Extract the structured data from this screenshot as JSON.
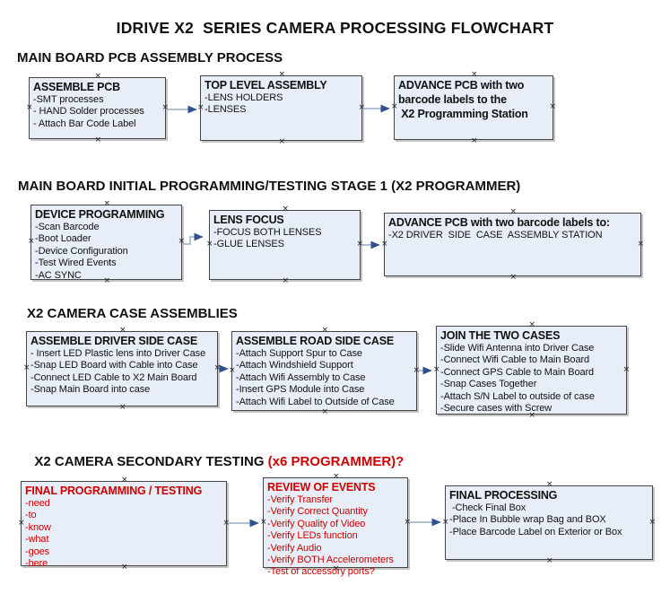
{
  "title": "IDRIVE X2  SERIES CAMERA PROCESSING FLOWCHART",
  "colors": {
    "box_fill": "#e8eef7",
    "box_border": "#454545",
    "arrow_line": "#94aac9",
    "arrow_head": "#2f4f8f",
    "red": "#cc0000",
    "text": "#111111"
  },
  "sections": [
    {
      "heading": "MAIN BOARD PCB ASSEMBLY PROCESS",
      "boxes": [
        {
          "title": "ASSEMBLE PCB",
          "lines": [
            "-SMT processes",
            "- HAND Solder processes",
            "- Attach Bar Code Label"
          ]
        },
        {
          "title": "TOP LEVEL ASSEMBLY",
          "lines": [
            "-LENS HOLDERS",
            "-LENSES"
          ]
        },
        {
          "title": "ADVANCE PCB with two\nbarcode labels to the\n X2 Programming Station",
          "lines": []
        }
      ]
    },
    {
      "heading": "MAIN BOARD INITIAL PROGRAMMING/TESTING STAGE 1 (X2 PROGRAMMER)",
      "boxes": [
        {
          "title": "DEVICE PROGRAMMING",
          "lines": [
            "-Scan Barcode",
            "-Boot Loader",
            "-Device Configuration",
            "-Test Wired Events",
            "-AC SYNC"
          ]
        },
        {
          "title": "LENS FOCUS",
          "lines": [
            "-FOCUS BOTH LENSES",
            "-GLUE LENSES"
          ]
        },
        {
          "title": "ADVANCE PCB with two barcode labels to:",
          "lines": [
            "-X2 DRIVER  SIDE  CASE  ASSEMBLY STATION"
          ]
        }
      ]
    },
    {
      "heading": "X2 CAMERA CASE ASSEMBLIES",
      "boxes": [
        {
          "title": "ASSEMBLE DRIVER SIDE CASE",
          "lines": [
            "- Insert LED Plastic lens into Driver Case",
            "-Snap LED Board with Cable into Case",
            "-Connect LED Cable to X2 Main Board",
            "-Snap Main Board into case"
          ]
        },
        {
          "title": "ASSEMBLE ROAD SIDE CASE",
          "lines": [
            "-Attach Support Spur to Case",
            "-Attach Windshield Support",
            "-Attach Wifi Assembly to Case",
            "-Insert GPS Module into Case",
            "-Attach Wifi Label to Outside of Case"
          ]
        },
        {
          "title": "JOIN THE TWO CASES",
          "lines": [
            "-Slide Wifi Antenna into Driver Case",
            "-Connect Wifi Cable to Main Board",
            "-Connect GPS Cable to Main Board",
            "-Snap Cases Together",
            "-Attach S/N Label to outside of case",
            "-Secure cases with Screw"
          ]
        }
      ]
    },
    {
      "heading": "X2 CAMERA SECONDARY TESTING",
      "heading_suffix": " (x6 PROGRAMMER)?",
      "boxes": [
        {
          "title": "FINAL PROGRAMMING / TESTING",
          "color": "#cc0000",
          "lines": [
            "-need",
            "-to",
            "-know",
            "-what",
            "-goes",
            "-here"
          ]
        },
        {
          "title": "REVIEW OF EVENTS",
          "color": "#cc0000",
          "lines": [
            "-Verify Transfer",
            "-Verify Correct Quantity",
            "-Verify Quality of Video",
            "-Verify LEDs function",
            "-Verify Audio",
            "-Verify BOTH Accelerometers",
            "-Test of accessory ports?"
          ]
        },
        {
          "title": "FINAL PROCESSING",
          "lines": [
            " -Check Final Box",
            "-Place In Bubble wrap Bag and BOX",
            "-Place Barcode Label on Exterior or Box"
          ]
        }
      ]
    }
  ]
}
